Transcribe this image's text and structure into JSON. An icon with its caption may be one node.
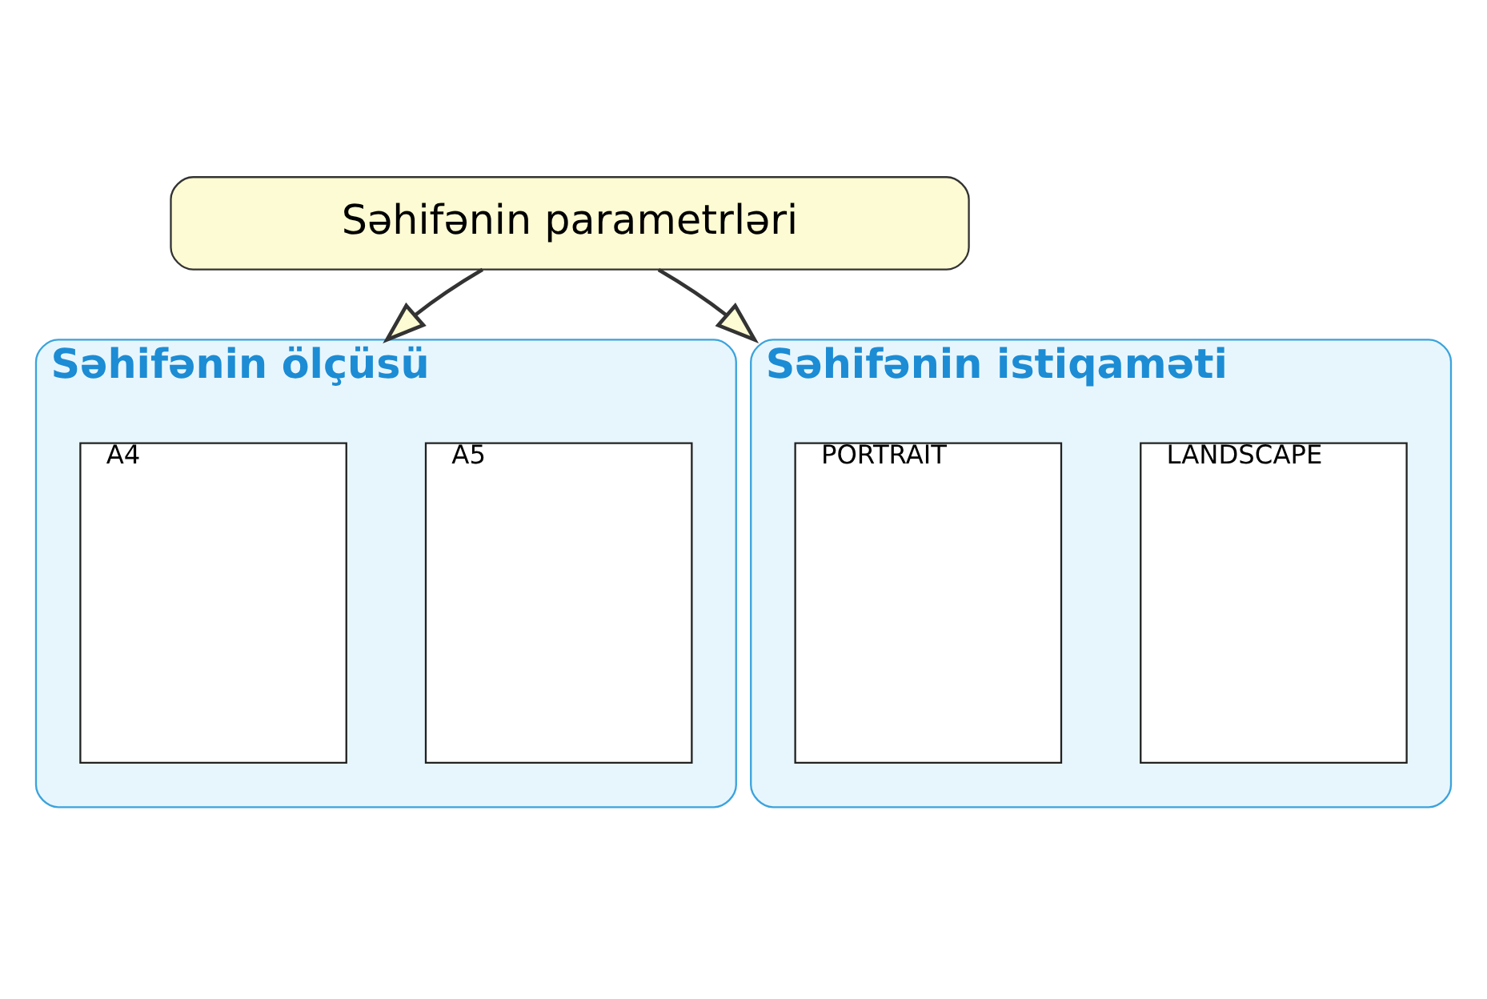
{
  "diagram": {
    "nodes": [
      {
        "text": [
          "Səhifənin parametrləri"
        ]
      },
      {
        "text": [
          "Səhifənin ölçüsü"
        ]
      },
      {
        "text": [
          "A4"
        ],
        "in": 1
      },
      {
        "text": [
          "A5"
        ],
        "in": 1
      },
      {
        "text": [
          "Səhifənin istiqaməti"
        ]
      },
      {
        "text": [
          "PORTRAIT"
        ],
        "in": 4
      },
      {
        "text": [
          "LANDSCAPE"
        ],
        "in": 4
      }
    ],
    "edges": [
      {
        "from": 0,
        "to": 1,
        "arrow": "to"
      },
      {
        "from": 0,
        "to": 4,
        "arrow": "to"
      }
    ]
  }
}
